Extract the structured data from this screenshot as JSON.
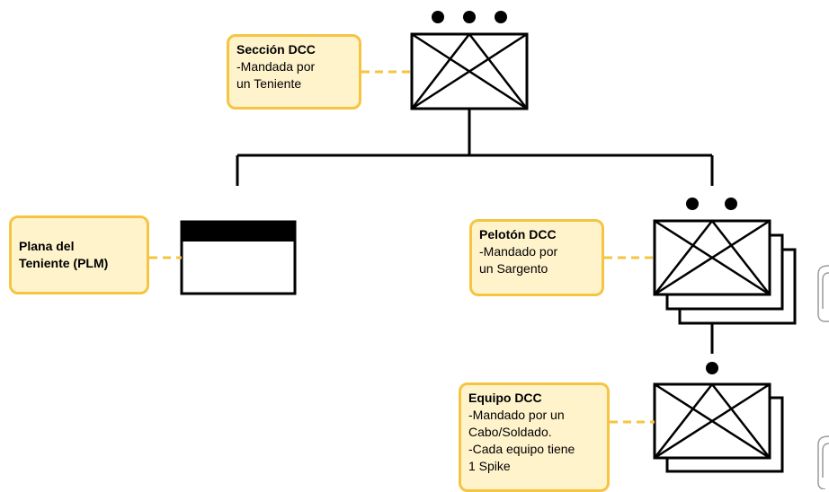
{
  "callouts": {
    "seccion": {
      "title": "Sección DCC",
      "lines": [
        "-Mandada por",
        "un Teniente"
      ]
    },
    "plana": {
      "title_lines": [
        "Plana del",
        "Teniente (PLM)"
      ]
    },
    "peloton": {
      "title": "Pelotón DCC",
      "lines": [
        "-Mandado por",
        "un Sargento"
      ]
    },
    "equipo": {
      "title": "Equipo DCC",
      "lines": [
        "-Mandado por un",
        "Cabo/Soldado.",
        "-Cada equipo tiene",
        "1 Spike"
      ]
    }
  },
  "colors": {
    "callout_border": "#f5c542",
    "callout_fill": "#fff3cc",
    "connector_dash": "#f5c542",
    "symbol_stroke": "#000000"
  },
  "unit_symbols": {
    "seccion": {
      "size_dots": 3
    },
    "peloton": {
      "size_dots": 2
    },
    "equipo": {
      "size_dots": 1
    }
  }
}
